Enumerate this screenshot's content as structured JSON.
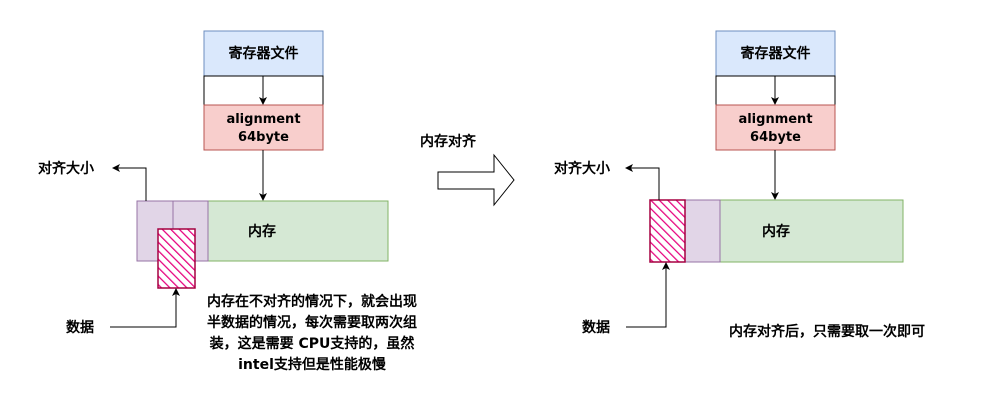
{
  "left": {
    "register_label": "寄存器文件",
    "alignment_line1": "alignment",
    "alignment_line2": "64byte",
    "align_size_label": "对齐大小",
    "memory_label": "内存",
    "data_label": "数据",
    "note_lines": [
      "内存在不对齐的情况下，就会出现",
      "半数据的情况，每次需要取两次组",
      "装，这是需要 CPU支持的，虽然",
      "intel支持但是性能极慢"
    ]
  },
  "middle": {
    "title": "内存对齐"
  },
  "right": {
    "register_label": "寄存器文件",
    "alignment_line1": "alignment",
    "alignment_line2": "64byte",
    "align_size_label": "对齐大小",
    "memory_label": "内存",
    "data_label": "数据",
    "note": "内存对齐后，只需要取一次即可"
  },
  "colors": {
    "register_fill": "#dae8fc",
    "register_stroke": "#6c8ebf",
    "alignment_fill": "#f8cecc",
    "alignment_stroke": "#b85450",
    "memory_fill": "#d5e8d4",
    "memory_stroke": "#82b366",
    "cell_fill": "#e1d5e7",
    "cell_stroke": "#9673a6",
    "data_stroke": "#a50040",
    "data_hatch": "#e6007e"
  }
}
